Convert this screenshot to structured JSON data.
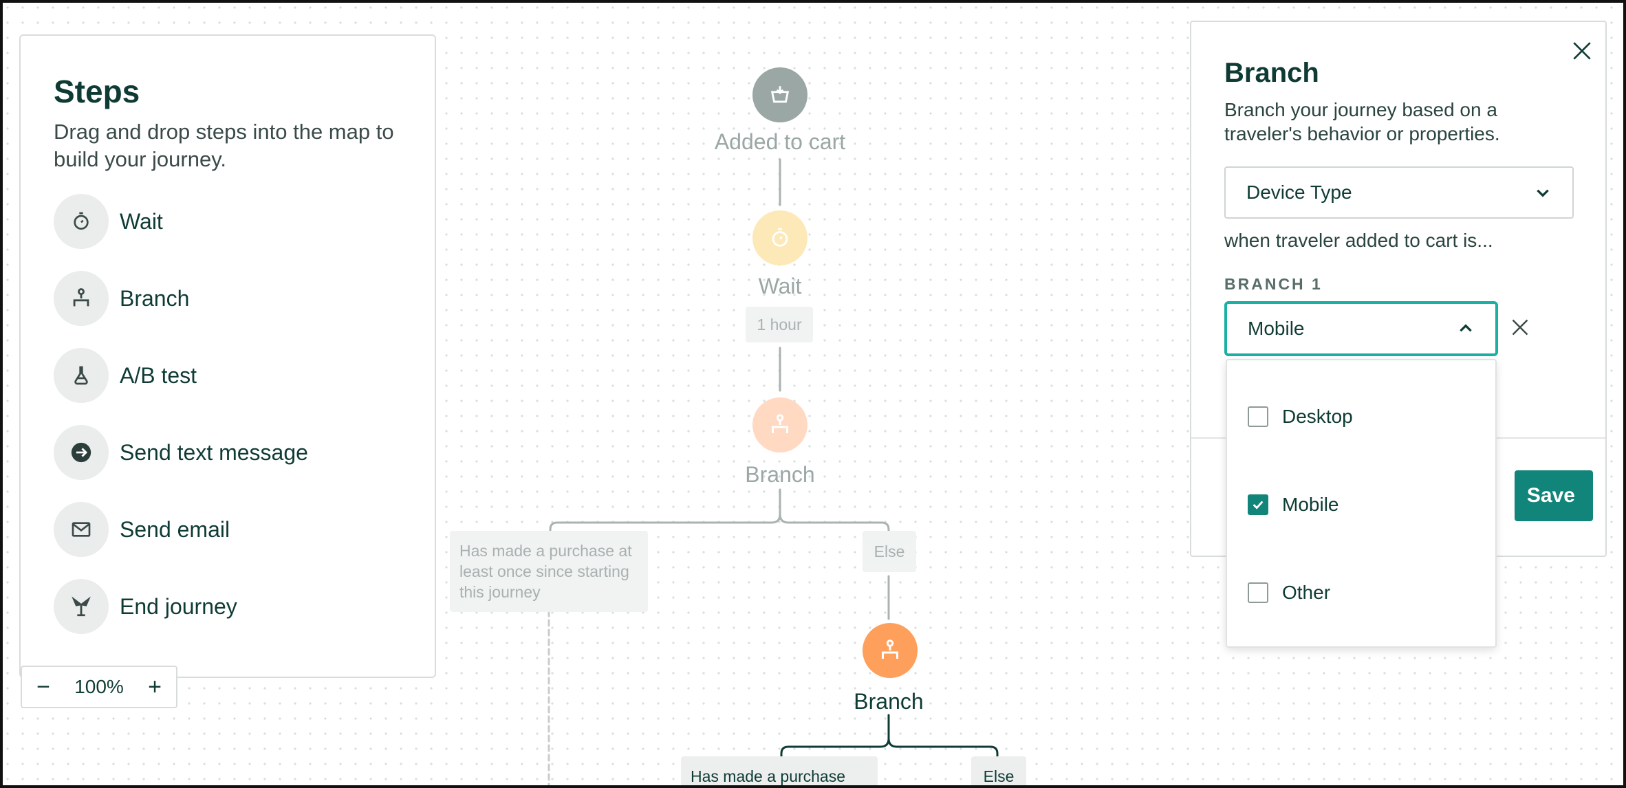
{
  "steps_panel": {
    "title": "Steps",
    "description": "Drag and drop steps into the map to build your journey.",
    "items": [
      {
        "label": "Wait",
        "icon": "stopwatch-icon"
      },
      {
        "label": "Branch",
        "icon": "branch-icon"
      },
      {
        "label": "A/B test",
        "icon": "flask-icon"
      },
      {
        "label": "Send text message",
        "icon": "message-arrow-icon"
      },
      {
        "label": "Send email",
        "icon": "envelope-icon"
      },
      {
        "label": "End journey",
        "icon": "end-journey-icon"
      }
    ]
  },
  "zoom": {
    "minus": "−",
    "level": "100%",
    "plus": "+"
  },
  "canvas": {
    "trigger": {
      "label": "Added to cart",
      "icon": "cart-icon"
    },
    "wait": {
      "label": "Wait",
      "duration": "1 hour",
      "icon": "stopwatch-icon"
    },
    "branch1": {
      "label": "Branch",
      "icon": "branch-icon"
    },
    "branch1_left": "Has made a purchase at least once since starting this journey",
    "branch1_else": "Else",
    "branch2": {
      "label": "Branch",
      "icon": "branch-icon"
    },
    "branch2_left": "Has made a purchase",
    "branch2_else": "Else"
  },
  "branch_panel": {
    "title": "Branch",
    "description": "Branch your journey based on a traveler's behavior or properties.",
    "property_select": "Device Type",
    "when_text": "when traveler added to cart is...",
    "branch_label": "BRANCH 1",
    "branch_select": "Mobile",
    "save_label": "Save",
    "options": [
      {
        "label": "Desktop",
        "checked": false
      },
      {
        "label": "Mobile",
        "checked": true
      },
      {
        "label": "Other",
        "checked": false
      }
    ]
  },
  "colors": {
    "accent": "#12857a",
    "branch_orange": "#ff9f5c",
    "wait_yellow": "#fde9b8",
    "faded_orange": "#ffd9c2",
    "trigger_gray": "#9aa7a5"
  }
}
